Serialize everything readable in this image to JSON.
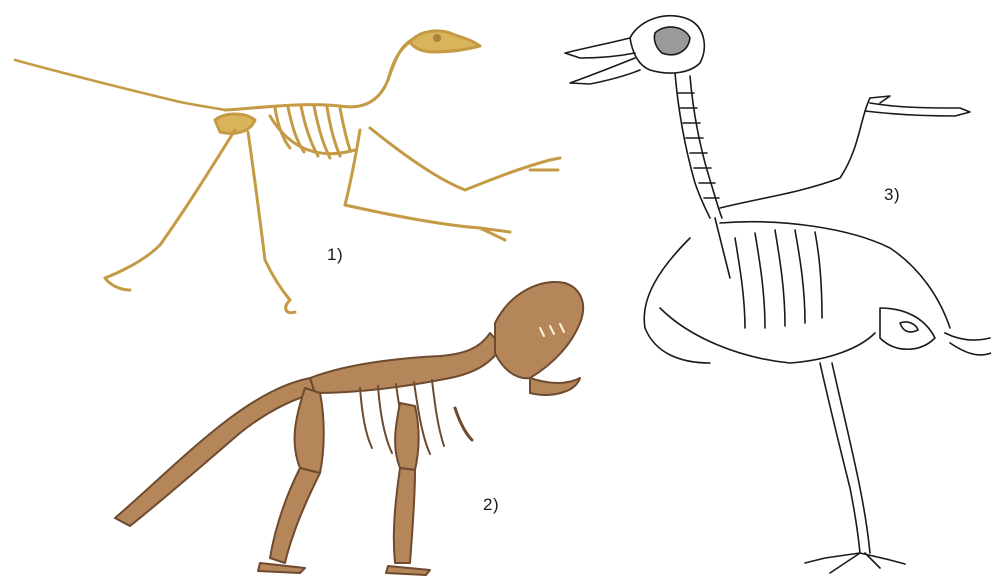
{
  "figures": [
    {
      "label": "1)"
    },
    {
      "label": "2)"
    },
    {
      "label": "3)"
    }
  ],
  "colors": {
    "background": "#ffffff",
    "golden_skeleton": "#d9b45a",
    "golden_shadow": "#a8843a",
    "fossil_brown": "#b5865a",
    "fossil_dark": "#6e4a2e",
    "line_drawing": "#1a1a1a",
    "skull_shading": "#9a9a9a"
  }
}
